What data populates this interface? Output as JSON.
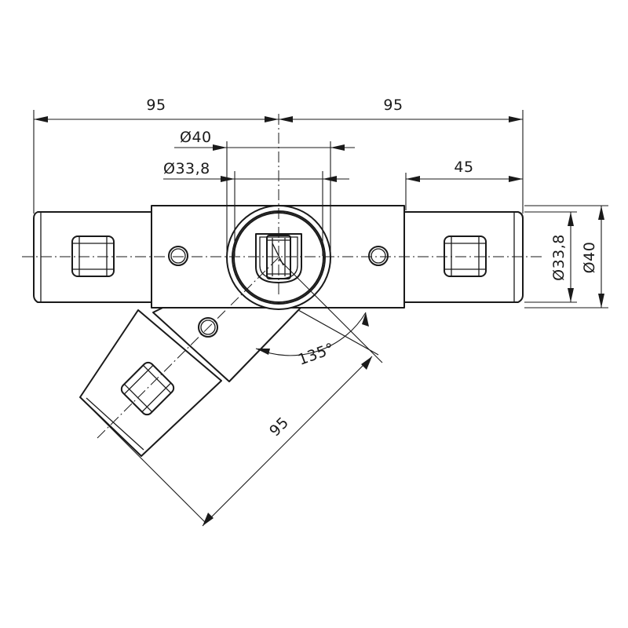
{
  "dimensions": {
    "left_length": "95",
    "right_length": "95",
    "outer_diameter_top": "Ø40",
    "inner_diameter_top": "Ø33,8",
    "spigot_length": "45",
    "inner_diameter_side": "Ø33,8",
    "outer_diameter_side": "Ø40",
    "angle": "135°",
    "branch_length": "95"
  }
}
